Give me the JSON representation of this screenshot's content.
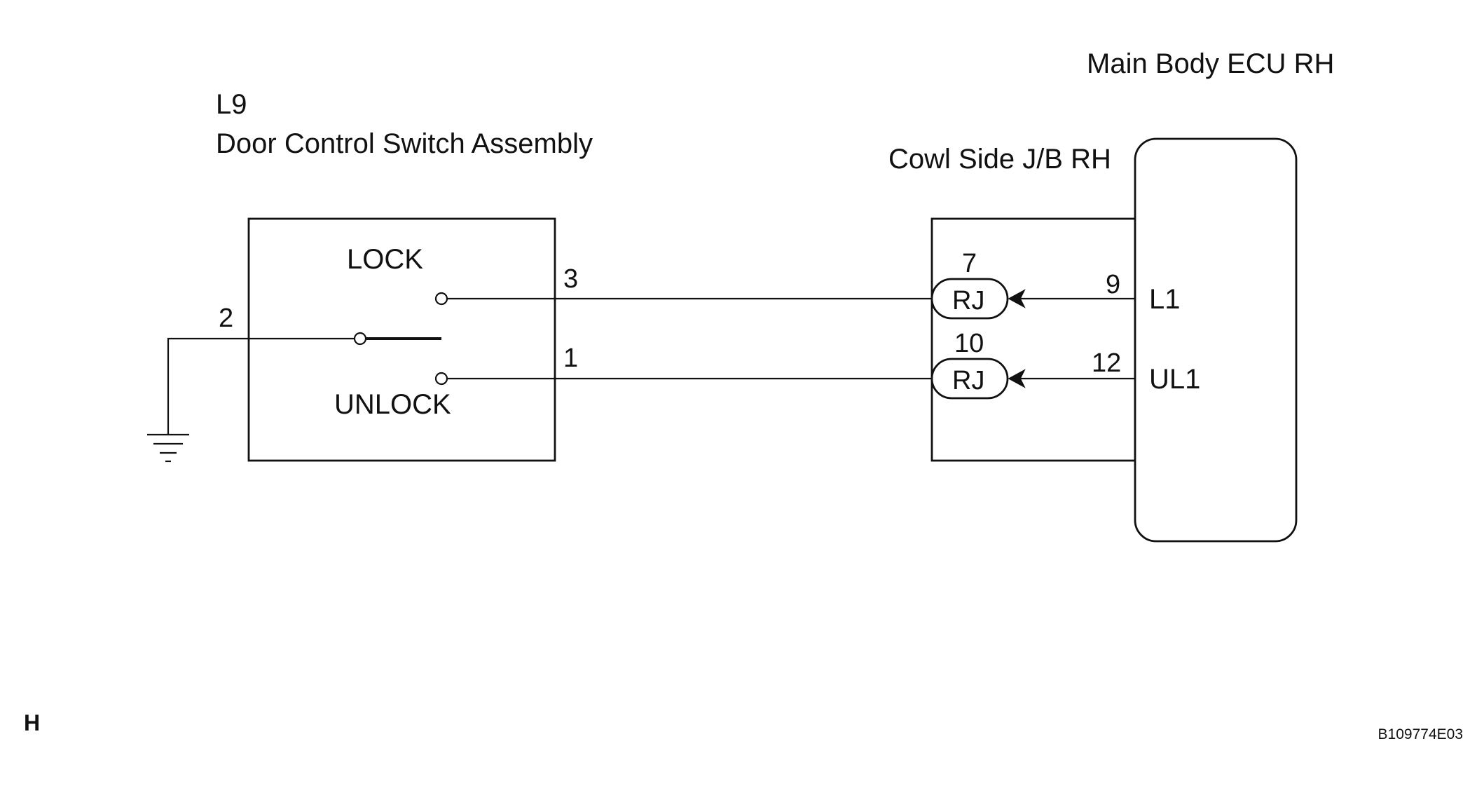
{
  "switch_assembly": {
    "code": "L9",
    "name": "Door Control Switch Assembly",
    "lock_label": "LOCK",
    "unlock_label": "UNLOCK",
    "pins": {
      "ground": "2",
      "lock": "3",
      "unlock": "1"
    }
  },
  "junction_block": {
    "name": "Cowl Side J/B RH",
    "connectors": [
      {
        "in_pin": "7",
        "label": "RJ",
        "out_pin": "9"
      },
      {
        "in_pin": "10",
        "label": "RJ",
        "out_pin": "12"
      }
    ]
  },
  "ecu": {
    "name": "Main Body ECU RH",
    "terminals": [
      "L1",
      "UL1"
    ]
  },
  "footer": {
    "page_mark": "H",
    "figure_id": "B109774E03"
  },
  "colors": {
    "line": "#111111",
    "background": "#ffffff"
  }
}
